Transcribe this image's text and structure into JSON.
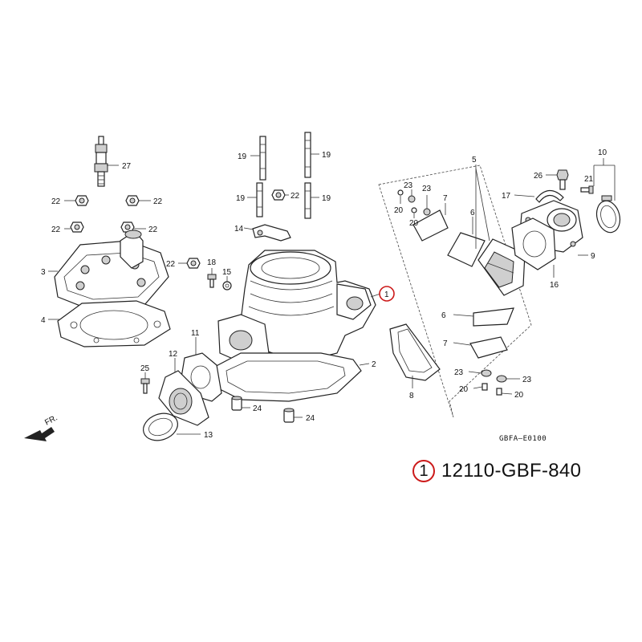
{
  "diagram": {
    "code": "GBFA—E0100",
    "labels": {
      "c1": "1",
      "c2": "2",
      "c3": "3",
      "c4": "4",
      "c5": "5",
      "c6a": "6",
      "c6b": "6",
      "c7a": "7",
      "c7b": "7",
      "c8": "8",
      "c9": "9",
      "c10": "10",
      "c11": "11",
      "c12": "12",
      "c13": "13",
      "c14": "14",
      "c15": "15",
      "c16": "16",
      "c17": "17",
      "c18": "18",
      "c19a": "19",
      "c19b": "19",
      "c19c": "19",
      "c19d": "19",
      "c20a": "20",
      "c20b": "20",
      "c20c": "20",
      "c20d": "20",
      "c21": "21",
      "c22a": "22",
      "c22b": "22",
      "c22c": "22",
      "c22d": "22",
      "c22e": "22",
      "c22f": "22",
      "c23a": "23",
      "c23b": "23",
      "c23c": "23",
      "c23d": "23",
      "c24a": "24",
      "c24b": "24",
      "c25": "25",
      "c26": "26",
      "c27": "27",
      "fr": "FR."
    }
  },
  "callout": {
    "ref": "1",
    "part_number": "12110-GBF-840"
  },
  "colors": {
    "accent": "#cc1a1a"
  }
}
